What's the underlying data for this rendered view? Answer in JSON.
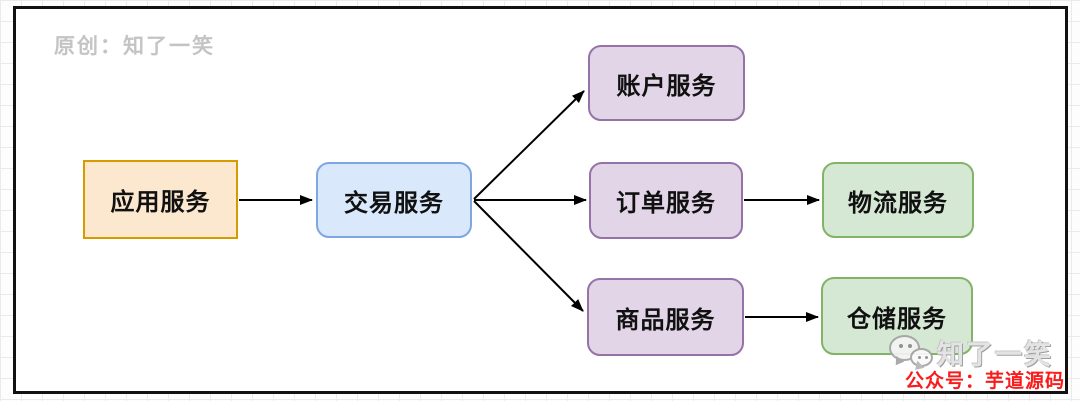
{
  "watermark_top": "原创：知了一笑",
  "diagram": {
    "nodes": [
      {
        "id": "app",
        "label": "应用服务",
        "fill": "#fce7cf",
        "stroke": "#d79b00",
        "shape": "rect"
      },
      {
        "id": "trade",
        "label": "交易服务",
        "fill": "#dae8fc",
        "stroke": "#7ea6e0",
        "shape": "rounded"
      },
      {
        "id": "account",
        "label": "账户服务",
        "fill": "#e1d5e7",
        "stroke": "#9673a6",
        "shape": "rounded"
      },
      {
        "id": "order",
        "label": "订单服务",
        "fill": "#e1d5e7",
        "stroke": "#9673a6",
        "shape": "rounded"
      },
      {
        "id": "product",
        "label": "商品服务",
        "fill": "#e1d5e7",
        "stroke": "#9673a6",
        "shape": "rounded"
      },
      {
        "id": "logistics",
        "label": "物流服务",
        "fill": "#d5e8d4",
        "stroke": "#82b366",
        "shape": "rounded"
      },
      {
        "id": "warehouse",
        "label": "仓储服务",
        "fill": "#d5e8d4",
        "stroke": "#82b366",
        "shape": "rounded"
      }
    ],
    "edges": [
      {
        "from": "app",
        "to": "trade"
      },
      {
        "from": "trade",
        "to": "account"
      },
      {
        "from": "trade",
        "to": "order"
      },
      {
        "from": "trade",
        "to": "product"
      },
      {
        "from": "order",
        "to": "logistics"
      },
      {
        "from": "product",
        "to": "warehouse"
      }
    ],
    "arrow_color": "#000000"
  },
  "footer": {
    "brand": "知了一笑",
    "account_line": "公众号：芋道源码",
    "icon": "wechat-icon",
    "brand_color": "#c9c9c9",
    "account_color": "#f91c1c"
  },
  "frame": {
    "border_color": "#111111",
    "background": "#ffffff",
    "grid_color": "#eaeaea"
  }
}
